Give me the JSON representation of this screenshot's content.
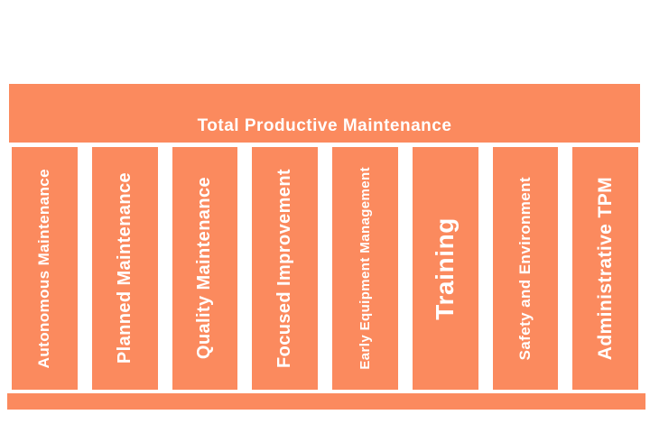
{
  "diagram": {
    "title": "Total Productive Maintenance",
    "pillars": [
      {
        "label": "Autonomous Maintenance"
      },
      {
        "label": "Planned Maintenance"
      },
      {
        "label": "Quality Maintenance"
      },
      {
        "label": "Focused Improvement"
      },
      {
        "label": "Early Equipment Management"
      },
      {
        "label": "Training"
      },
      {
        "label": "Safety and Environment"
      },
      {
        "label": "Administrative TPM"
      }
    ],
    "colors": {
      "accent_orange": "#FB8A5E",
      "label_text": "#FFFFFF",
      "background": "#FFFFFF"
    }
  }
}
